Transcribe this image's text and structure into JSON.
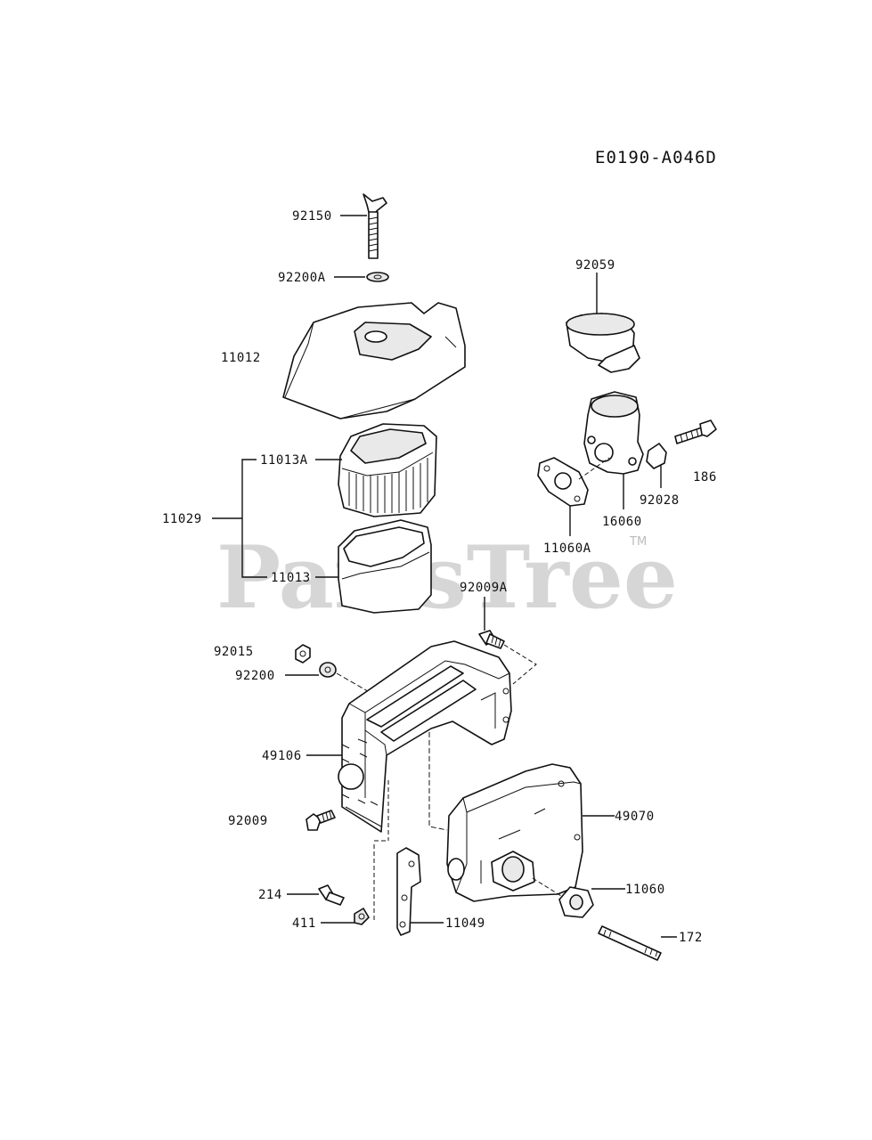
{
  "diagram_code": "E0190-A046D",
  "watermark": "PartsTree",
  "watermark_tm": "TM",
  "parts": {
    "p92150": "92150",
    "p92200A": "92200A",
    "p11012": "11012",
    "p11013A": "11013A",
    "p11029": "11029",
    "p11013": "11013",
    "p92059": "92059",
    "p186": "186",
    "p92028": "92028",
    "p16060": "16060",
    "p11060A": "11060A",
    "p92009A": "92009A",
    "p92015": "92015",
    "p92200": "92200",
    "p49106": "49106",
    "p92009": "92009",
    "p49070": "49070",
    "p214": "214",
    "p411": "411",
    "p11049": "11049",
    "p11060": "11060",
    "p172": "172"
  }
}
